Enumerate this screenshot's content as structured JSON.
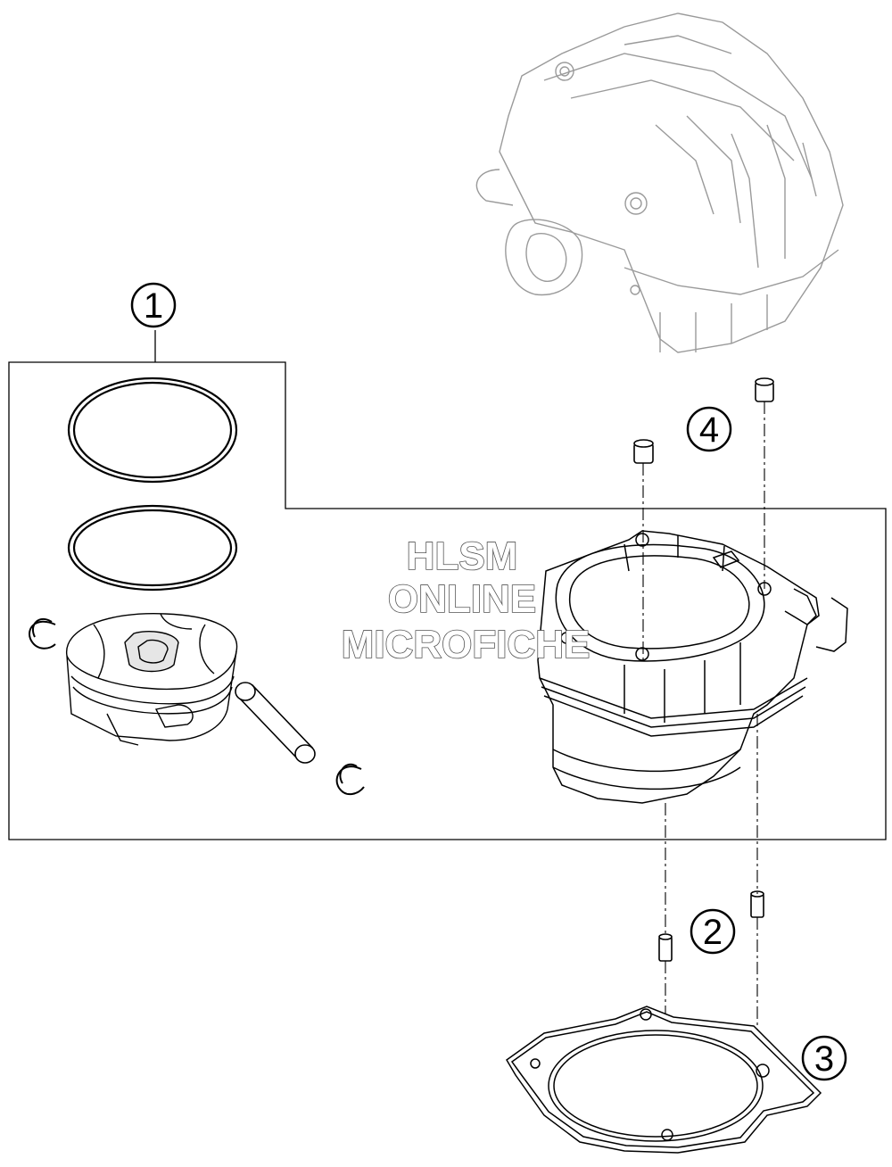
{
  "callouts": [
    {
      "id": "1",
      "label": "1"
    },
    {
      "id": "2",
      "label": "2"
    },
    {
      "id": "3",
      "label": "3"
    },
    {
      "id": "4",
      "label": "4"
    }
  ],
  "watermark": {
    "line1": "HLSM",
    "line2": "ONLINE",
    "line3": "MICROFICHE"
  },
  "colors": {
    "line": "#000000",
    "faint_line": "#9a9a9a",
    "background": "#ffffff"
  }
}
